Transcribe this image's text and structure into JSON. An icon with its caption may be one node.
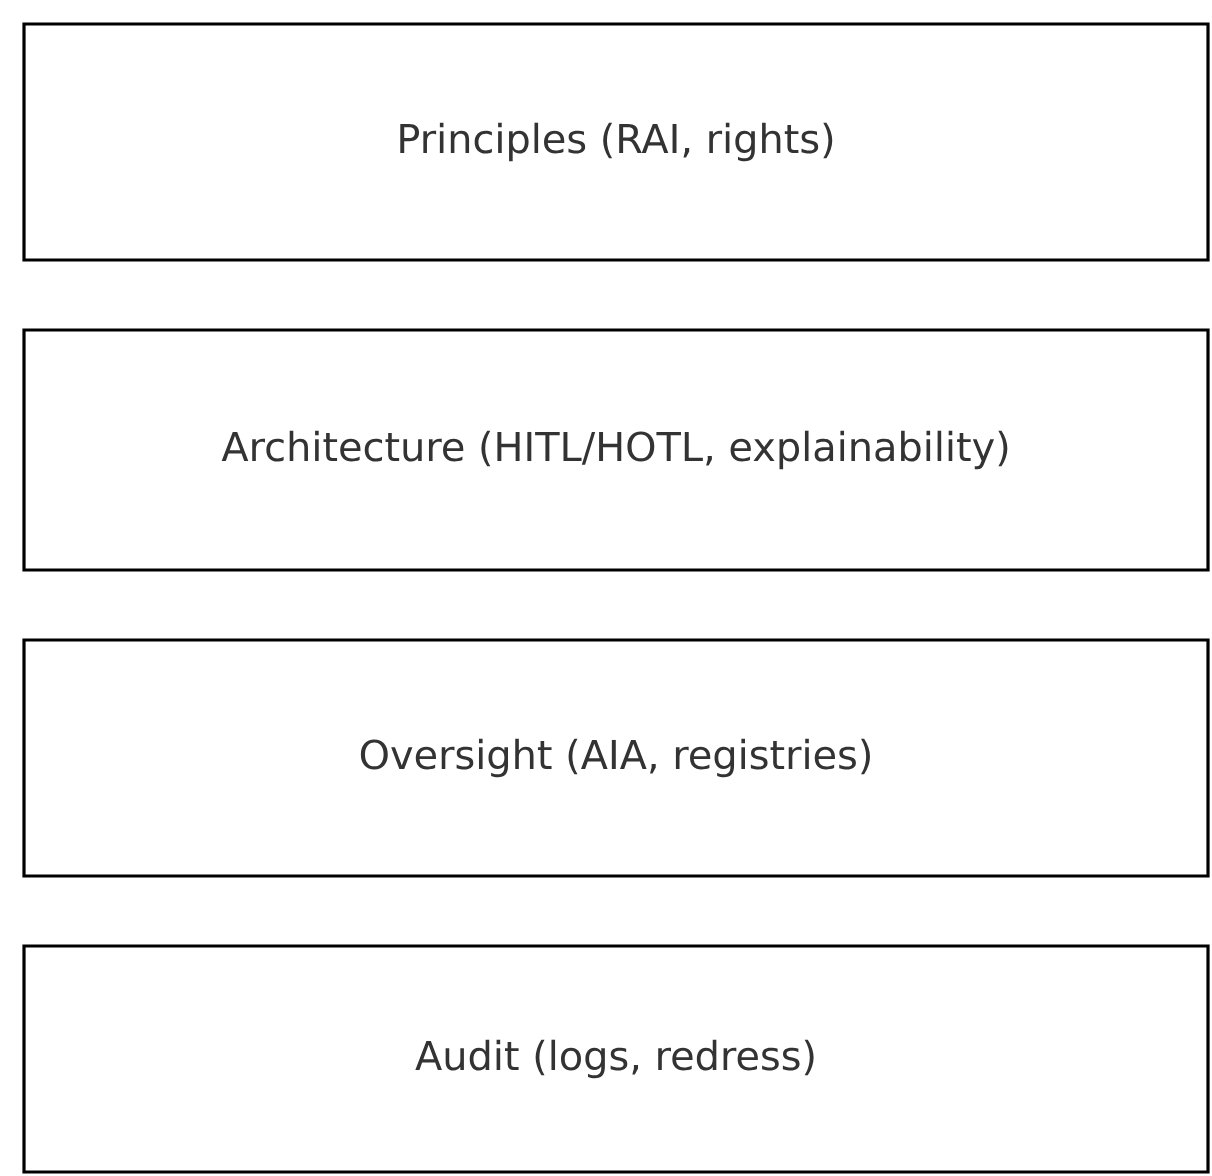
{
  "diagram": {
    "nodes": [
      {
        "text": [
          "Principles (RAI, rights)"
        ]
      },
      {
        "text": [
          "Architecture (HITL/HOTL, explainability)"
        ]
      },
      {
        "text": [
          "Oversight (AIA, registries)"
        ]
      },
      {
        "text": [
          "Audit (logs, redress)"
        ]
      }
    ]
  }
}
